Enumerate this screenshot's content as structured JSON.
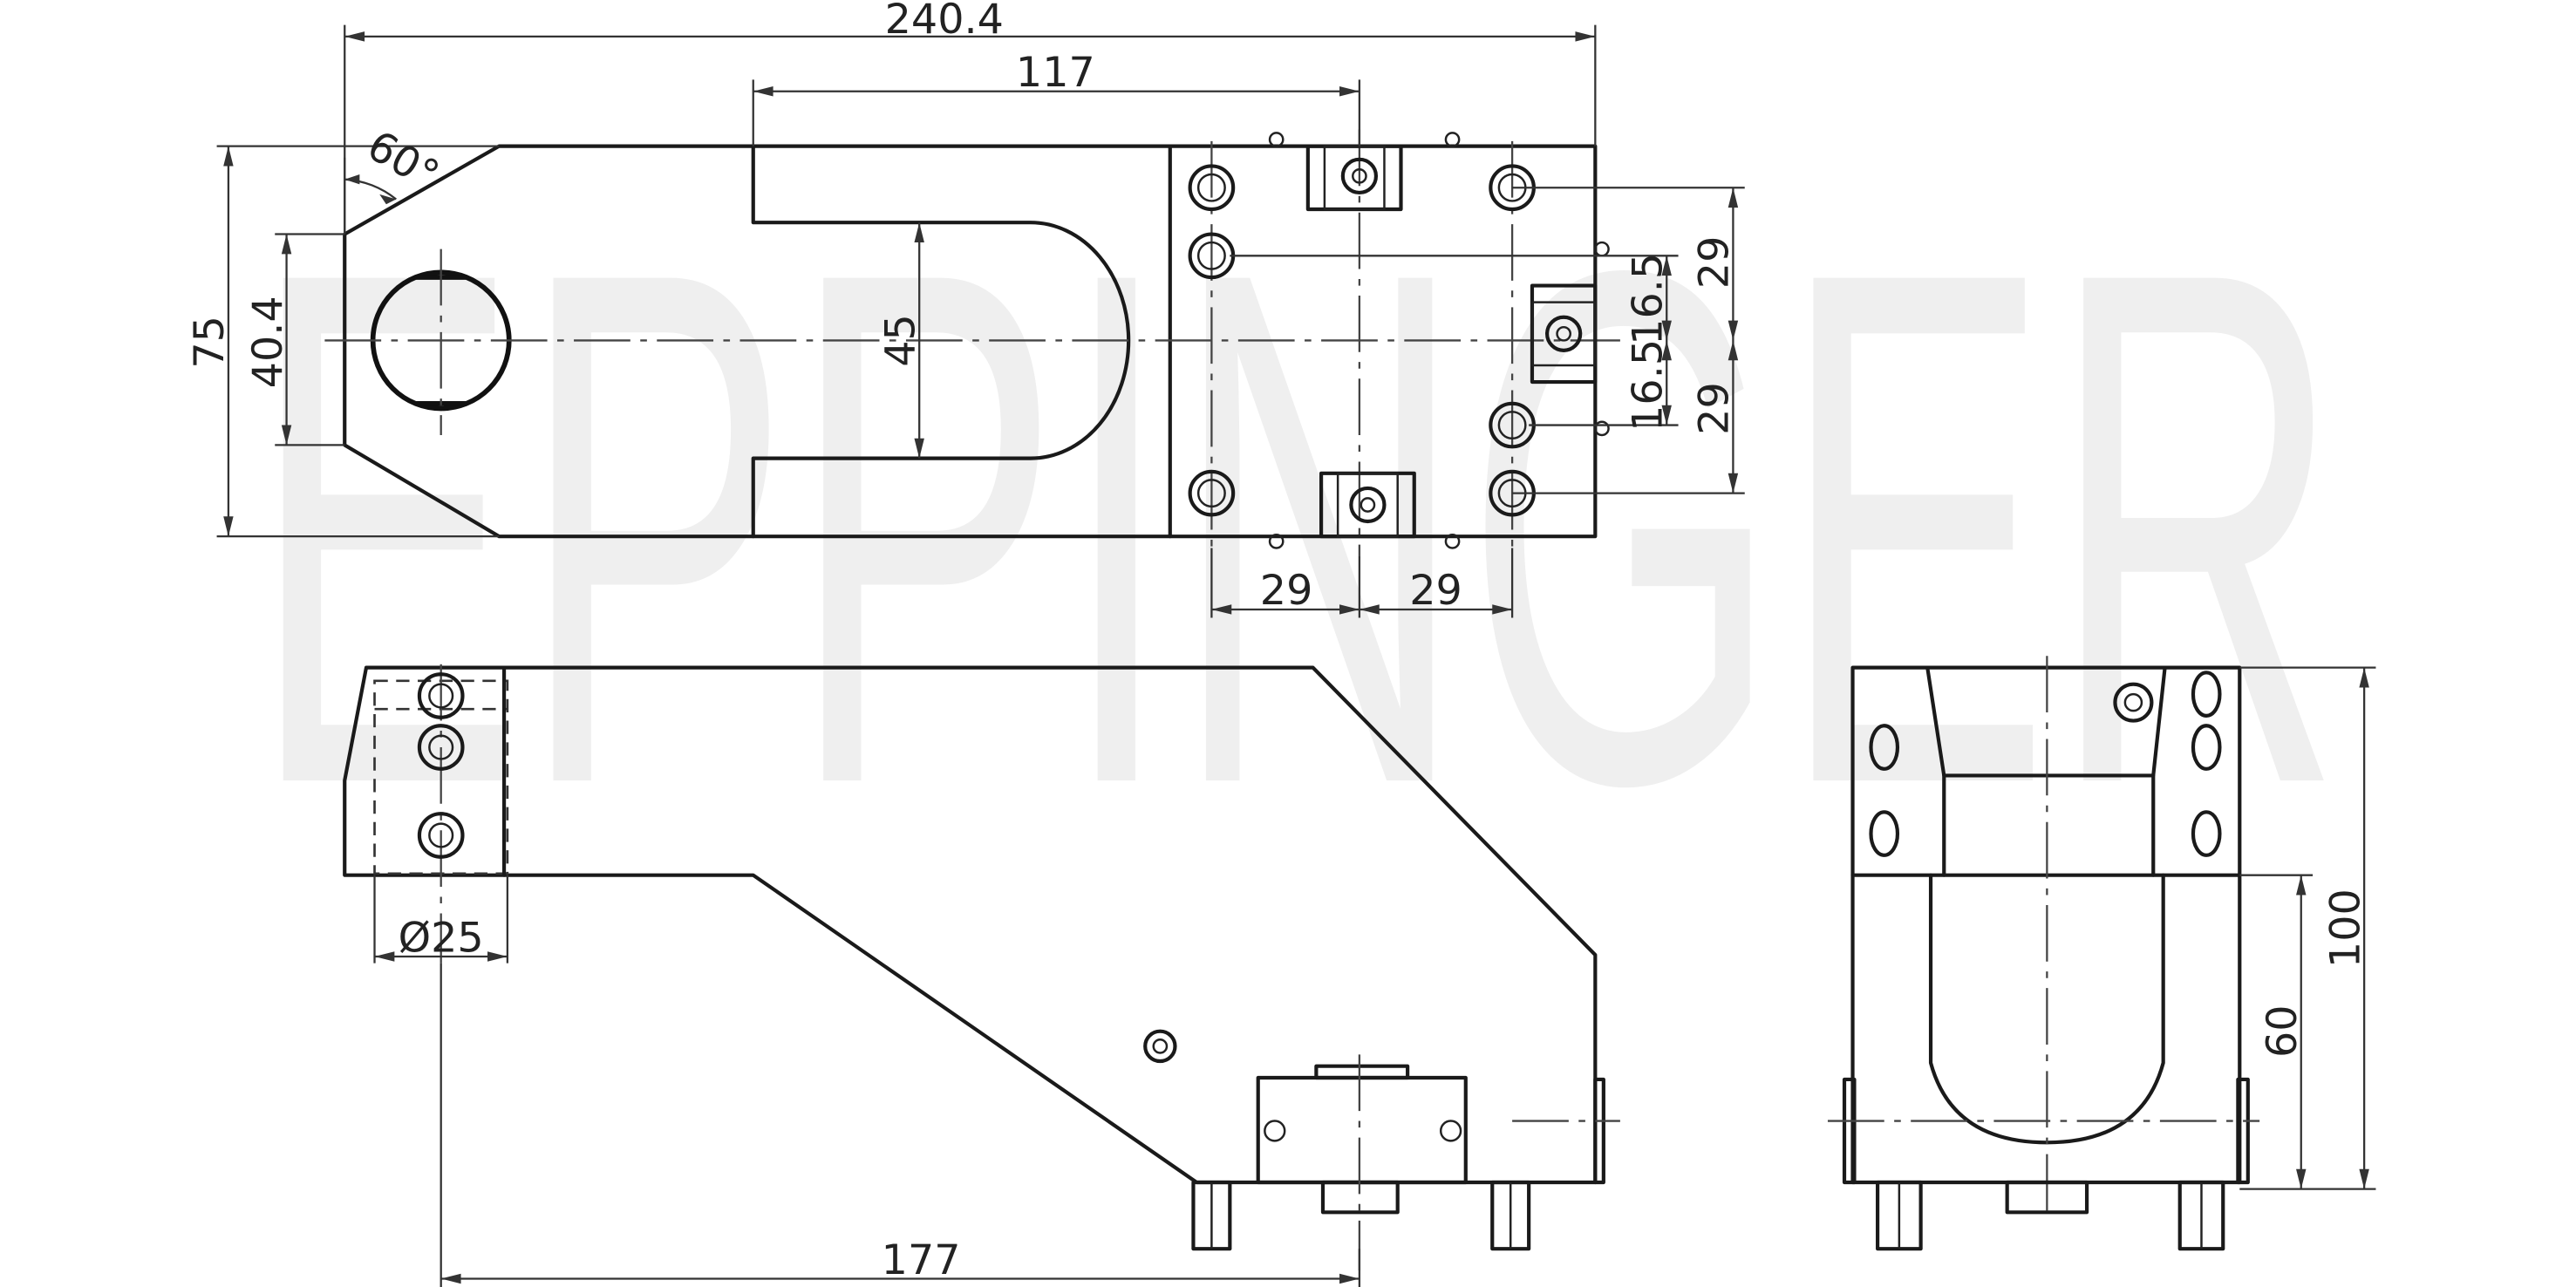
{
  "brand": {
    "watermark": "EPPINGER",
    "watermark_color": "#efefef"
  },
  "dimensions": {
    "total_length": "240.4",
    "slot_length": "117",
    "angle": "60°",
    "overall_height": "75",
    "bore_height": "40.4",
    "slot_width": "45",
    "right_29_upper": "29",
    "right_29_lower": "29",
    "right_16_5_upper": "16.5",
    "right_16_5_lower": "16.5",
    "bottom_29_left": "29",
    "bottom_29_right": "29",
    "diameter": "Ø25",
    "length_177": "177",
    "height_100": "100",
    "height_60": "60"
  },
  "colors": {
    "line": "#1a1a1a",
    "dimension": "#333333",
    "background": "#ffffff"
  }
}
